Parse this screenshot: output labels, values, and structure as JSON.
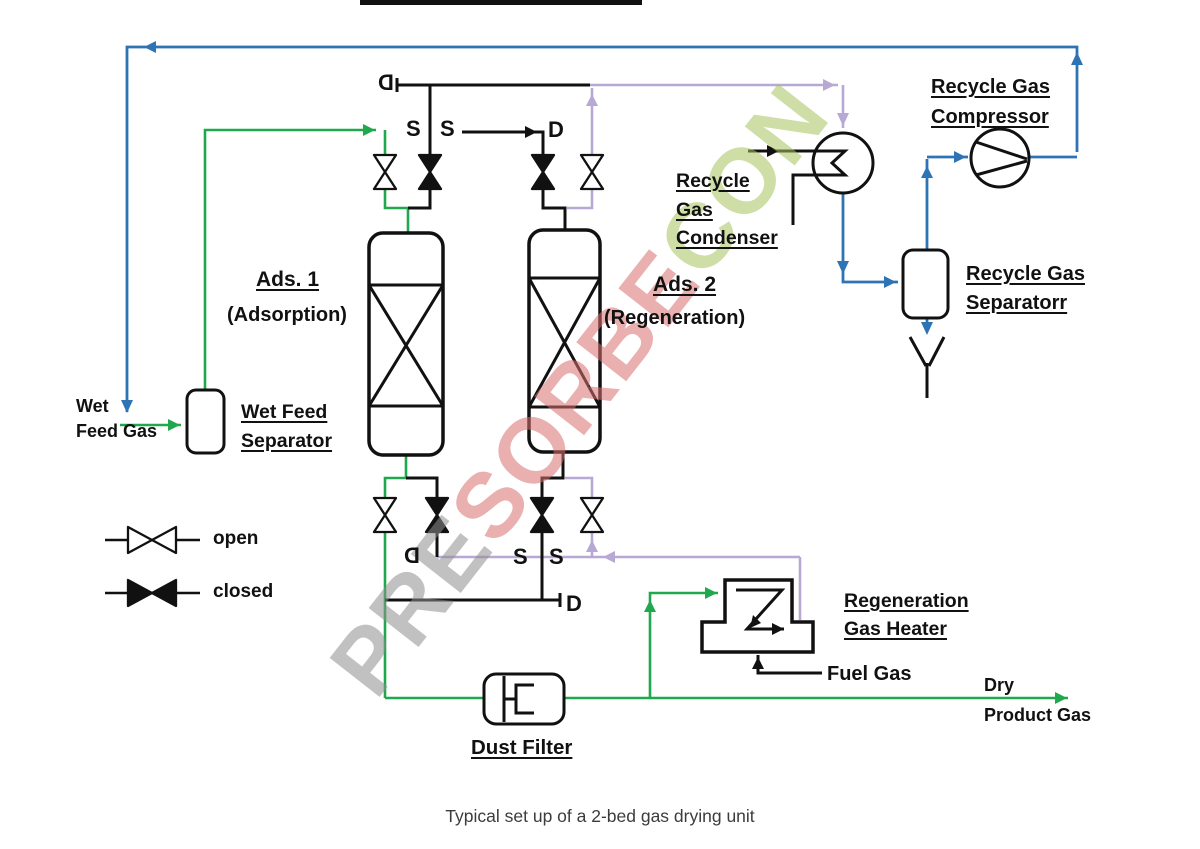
{
  "caption": "Typical set up of a 2-bed gas drying unit",
  "watermark": {
    "p1": "PRE",
    "p2": "SORBE",
    "p3": "CON"
  },
  "colors": {
    "feed_green": "#1fa84d",
    "recycle_blue": "#2e74b5",
    "regen_lavender": "#b7a8d5",
    "line_black": "#111111",
    "watermark_red": "#d96f6f",
    "watermark_green": "#a9c45e",
    "watermark_gray": "#8f8f8f"
  },
  "labels": {
    "wet_gas_1": "Wet",
    "wet_gas_2": "Feed Gas",
    "wet_sep_1": "Wet Feed",
    "wet_sep_2": "Separator",
    "ads1_title": "Ads. 1",
    "ads1_sub": "(Adsorption)",
    "ads2_title": "Ads. 2",
    "ads2_sub": "(Regeneration)",
    "cond_1": "Recycle",
    "cond_2": "Gas",
    "cond_3": "Condenser",
    "comp_1": "Recycle Gas",
    "comp_2": "Compressor",
    "rsep_1": "Recycle Gas",
    "rsep_2": "Separatorr",
    "heater_1": "Regeneration",
    "heater_2": "Gas Heater",
    "fuel_gas": "Fuel Gas",
    "dry": "Dry",
    "product_gas": "Product Gas",
    "dust_filter": "Dust Filter",
    "legend_open": "open",
    "legend_closed": "closed"
  },
  "stream_letters": {
    "top_d_rev": "D",
    "top_s1": "S",
    "top_s2": "S",
    "top_d": "D",
    "bot_d_rev": "D",
    "bot_s1": "S",
    "bot_s2": "S",
    "bot_d": "D"
  }
}
